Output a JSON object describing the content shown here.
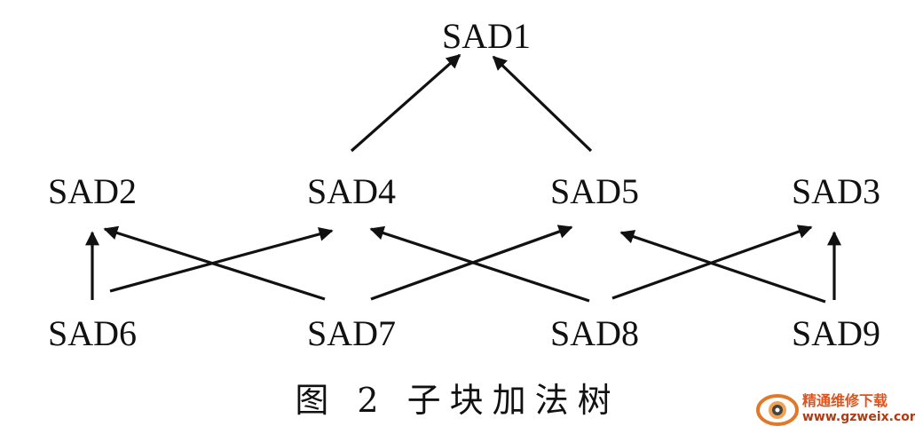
{
  "diagram": {
    "nodes": [
      {
        "id": "sad1",
        "label": "SAD1"
      },
      {
        "id": "sad2",
        "label": "SAD2"
      },
      {
        "id": "sad4",
        "label": "SAD4"
      },
      {
        "id": "sad5",
        "label": "SAD5"
      },
      {
        "id": "sad3",
        "label": "SAD3"
      },
      {
        "id": "sad6",
        "label": "SAD6"
      },
      {
        "id": "sad7",
        "label": "SAD7"
      },
      {
        "id": "sad8",
        "label": "SAD8"
      },
      {
        "id": "sad9",
        "label": "SAD9"
      }
    ],
    "edges": [
      {
        "from": "sad4",
        "to": "sad1"
      },
      {
        "from": "sad5",
        "to": "sad1"
      },
      {
        "from": "sad6",
        "to": "sad2"
      },
      {
        "from": "sad6",
        "to": "sad4"
      },
      {
        "from": "sad7",
        "to": "sad2"
      },
      {
        "from": "sad7",
        "to": "sad5"
      },
      {
        "from": "sad8",
        "to": "sad4"
      },
      {
        "from": "sad8",
        "to": "sad3"
      },
      {
        "from": "sad9",
        "to": "sad5"
      },
      {
        "from": "sad9",
        "to": "sad3"
      }
    ]
  },
  "caption": "图 2  子块加法树",
  "watermark": {
    "title": "精通维修下载",
    "url": "www.gzweix.com",
    "logo_icon": "eye-logo-icon",
    "colors": {
      "title": "#e0541c",
      "url": "#b03a12"
    }
  }
}
